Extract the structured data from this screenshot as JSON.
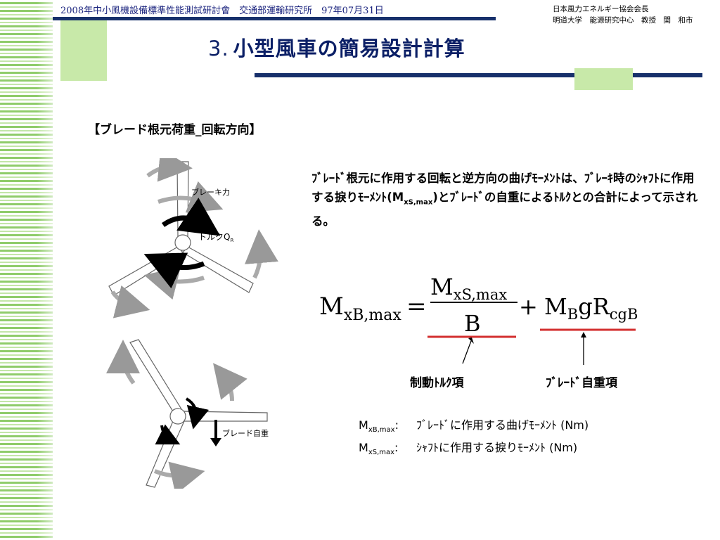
{
  "header": {
    "left": "2008年中小風機設備標準性能測試研討會　交通部運輸研究所　97年07月31日",
    "right_line1": "日本風力エネルギー協会会長",
    "right_line2": "明道大学　能源研究中心　教授　関　和市"
  },
  "title": {
    "number": "3.",
    "text": "小型風車の簡易設計計算"
  },
  "section_heading": "【ブレード根元荷重_回転方向】",
  "description": {
    "part1": "ﾌﾞﾚｰﾄﾞ根元に作用する回転と逆方向の曲げﾓｰﾒﾝﾄは、ﾌﾞﾚｰｷ時のｼｬﾌﾄに作用する捩りﾓｰﾒﾝﾄ(M",
    "sub": "xS,max",
    "part2": ")とﾌﾞﾚｰﾄﾞの自重によるﾄﾙｸとの合計によって示される。"
  },
  "diagram": {
    "top_brake_label": "ブレーキ力",
    "top_torque_label": "トルクQ",
    "top_torque_sub": "R",
    "bottom_weight_label": "ブレード自重"
  },
  "formula": {
    "lhs": "M",
    "lhs_sub": "xB,max",
    "equals": "=",
    "numerator": "M",
    "numerator_sub": "xS,max",
    "denominator": "B",
    "plus": "+",
    "term2_m": "M",
    "term2_m_sub": "B",
    "term2_g": "g",
    "term2_r": "R",
    "term2_r_sub": "cgB"
  },
  "labels": {
    "brake_term": "制動ﾄﾙｸ項",
    "weight_term": "ﾌﾞﾚｰﾄﾞ自重項"
  },
  "legend": [
    {
      "sym": "M",
      "sub": "xB,max",
      "colon": ":",
      "text": "ﾌﾞﾚｰﾄﾞに作用する曲げﾓｰﾒﾝﾄ (Nm)"
    },
    {
      "sym": "M",
      "sub": "xS,max",
      "colon": ":",
      "text": "ｼｬﾌﾄに作用する捩りﾓｰﾒﾝﾄ (Nm)"
    }
  ],
  "colors": {
    "title": "#0b1f66",
    "rule": "#17306b",
    "accent_green": "#c8e9a9",
    "underline_red": "#d32f2f"
  }
}
